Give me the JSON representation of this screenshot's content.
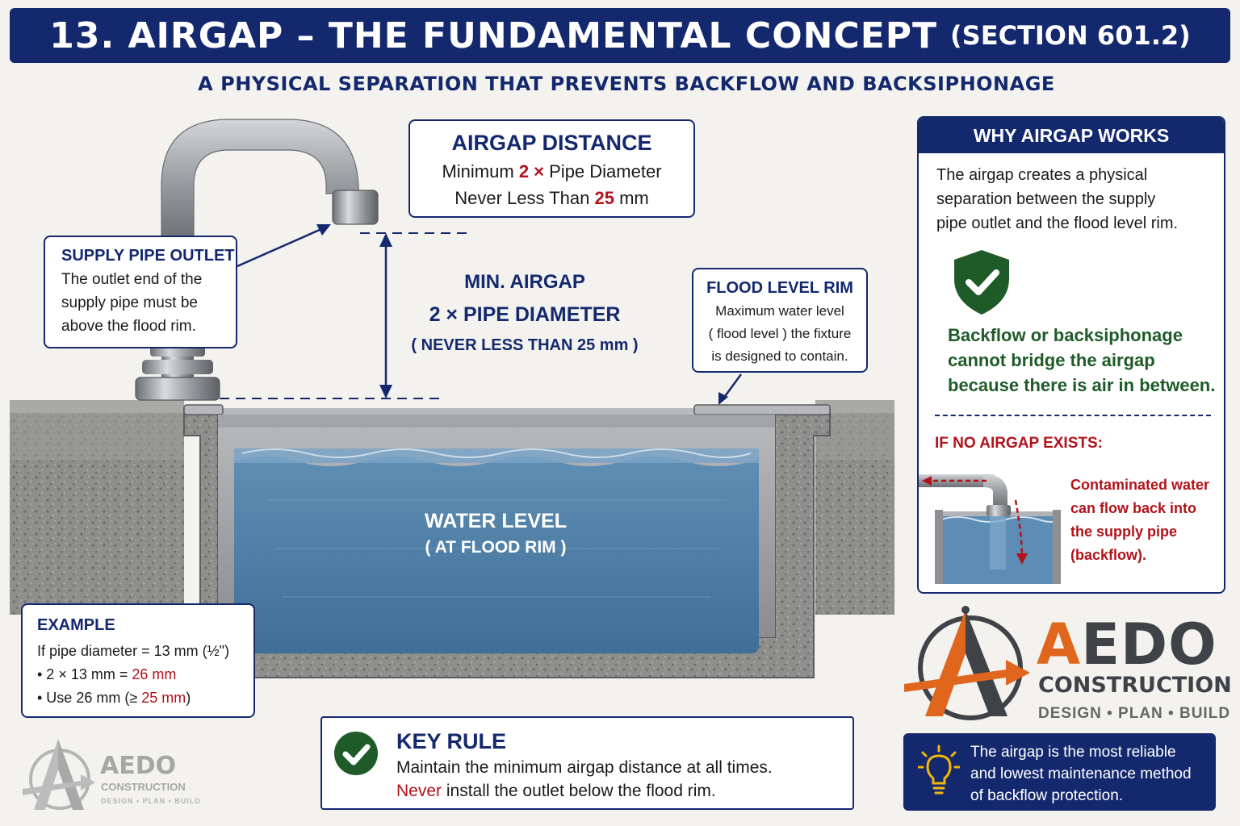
{
  "title": {
    "main": "13. AIRGAP – THE FUNDAMENTAL CONCEPT",
    "section": "(SECTION 601.2)"
  },
  "subtitle": "A PHYSICAL SEPARATION THAT PREVENTS BACKFLOW AND BACKSIPHONAGE",
  "airgap_distance": {
    "heading": "AIRGAP DISTANCE",
    "line1_a": "Minimum ",
    "line1_b": "2 ×",
    "line1_c": " Pipe Diameter",
    "line2_a": "Never Less Than ",
    "line2_b": "25",
    "line2_c": " mm"
  },
  "supply_outlet": {
    "heading": "SUPPLY PIPE OUTLET",
    "lines": [
      "The outlet end of the",
      "supply pipe must be",
      "above the flood rim."
    ]
  },
  "min_airgap": {
    "line1": "MIN. AIRGAP",
    "line2": "2 × PIPE DIAMETER",
    "line3": "( NEVER LESS THAN 25 mm )"
  },
  "flood_rim": {
    "heading": "FLOOD LEVEL RIM",
    "lines": [
      "Maximum water level",
      "( flood level ) the fixture",
      "is designed to contain."
    ]
  },
  "why": {
    "heading": "WHY AIRGAP WORKS",
    "lines": [
      "The airgap creates a physical",
      "separation between the supply",
      "pipe outlet and the flood level rim."
    ],
    "green_lines": [
      "Backflow or backsiphonage",
      "cannot bridge the airgap",
      "because there is air in between."
    ],
    "no_airgap_heading": "IF NO AIRGAP EXISTS:",
    "red_lines": [
      "Contaminated water",
      "can flow back into",
      "the supply pipe",
      "(backflow)."
    ]
  },
  "water_level": {
    "line1": "WATER LEVEL",
    "line2": "( AT FLOOD RIM )"
  },
  "example": {
    "heading": "EXAMPLE",
    "line1": "If pipe diameter = 13 mm (½\")",
    "line2_a": "• 2 × 13 mm = ",
    "line2_b": "26 mm",
    "line3_a": "• Use 26 mm (≥ ",
    "line3_b": "25 mm",
    "line3_c": ")"
  },
  "key_rule": {
    "heading": "KEY RULE",
    "line1": "Maintain the minimum airgap distance at all times.",
    "line2_a": "Never",
    "line2_b": " install the outlet below the flood rim."
  },
  "tip": {
    "lines": [
      "The airgap is the most reliable",
      "and lowest maintenance method",
      "of backflow protection."
    ]
  },
  "logo": {
    "name_a": "A",
    "name_b": "EDO",
    "sub": "CONSTRUCTION",
    "tagline": "DESIGN • PLAN • BUILD"
  },
  "logo_small": {
    "name": "AEDO",
    "sub": "CONSTRUCTION",
    "tagline": "DESIGN • PLAN • BUILD"
  },
  "colors": {
    "navy": "#14286e",
    "red": "#b3121a",
    "green": "#1e5b28",
    "orange": "#e0661e",
    "water": "#4f7fa6"
  },
  "icons": [
    "check-shield-icon",
    "check-circle-icon",
    "lightbulb-icon",
    "arrow-icon",
    "faucet-icon"
  ]
}
